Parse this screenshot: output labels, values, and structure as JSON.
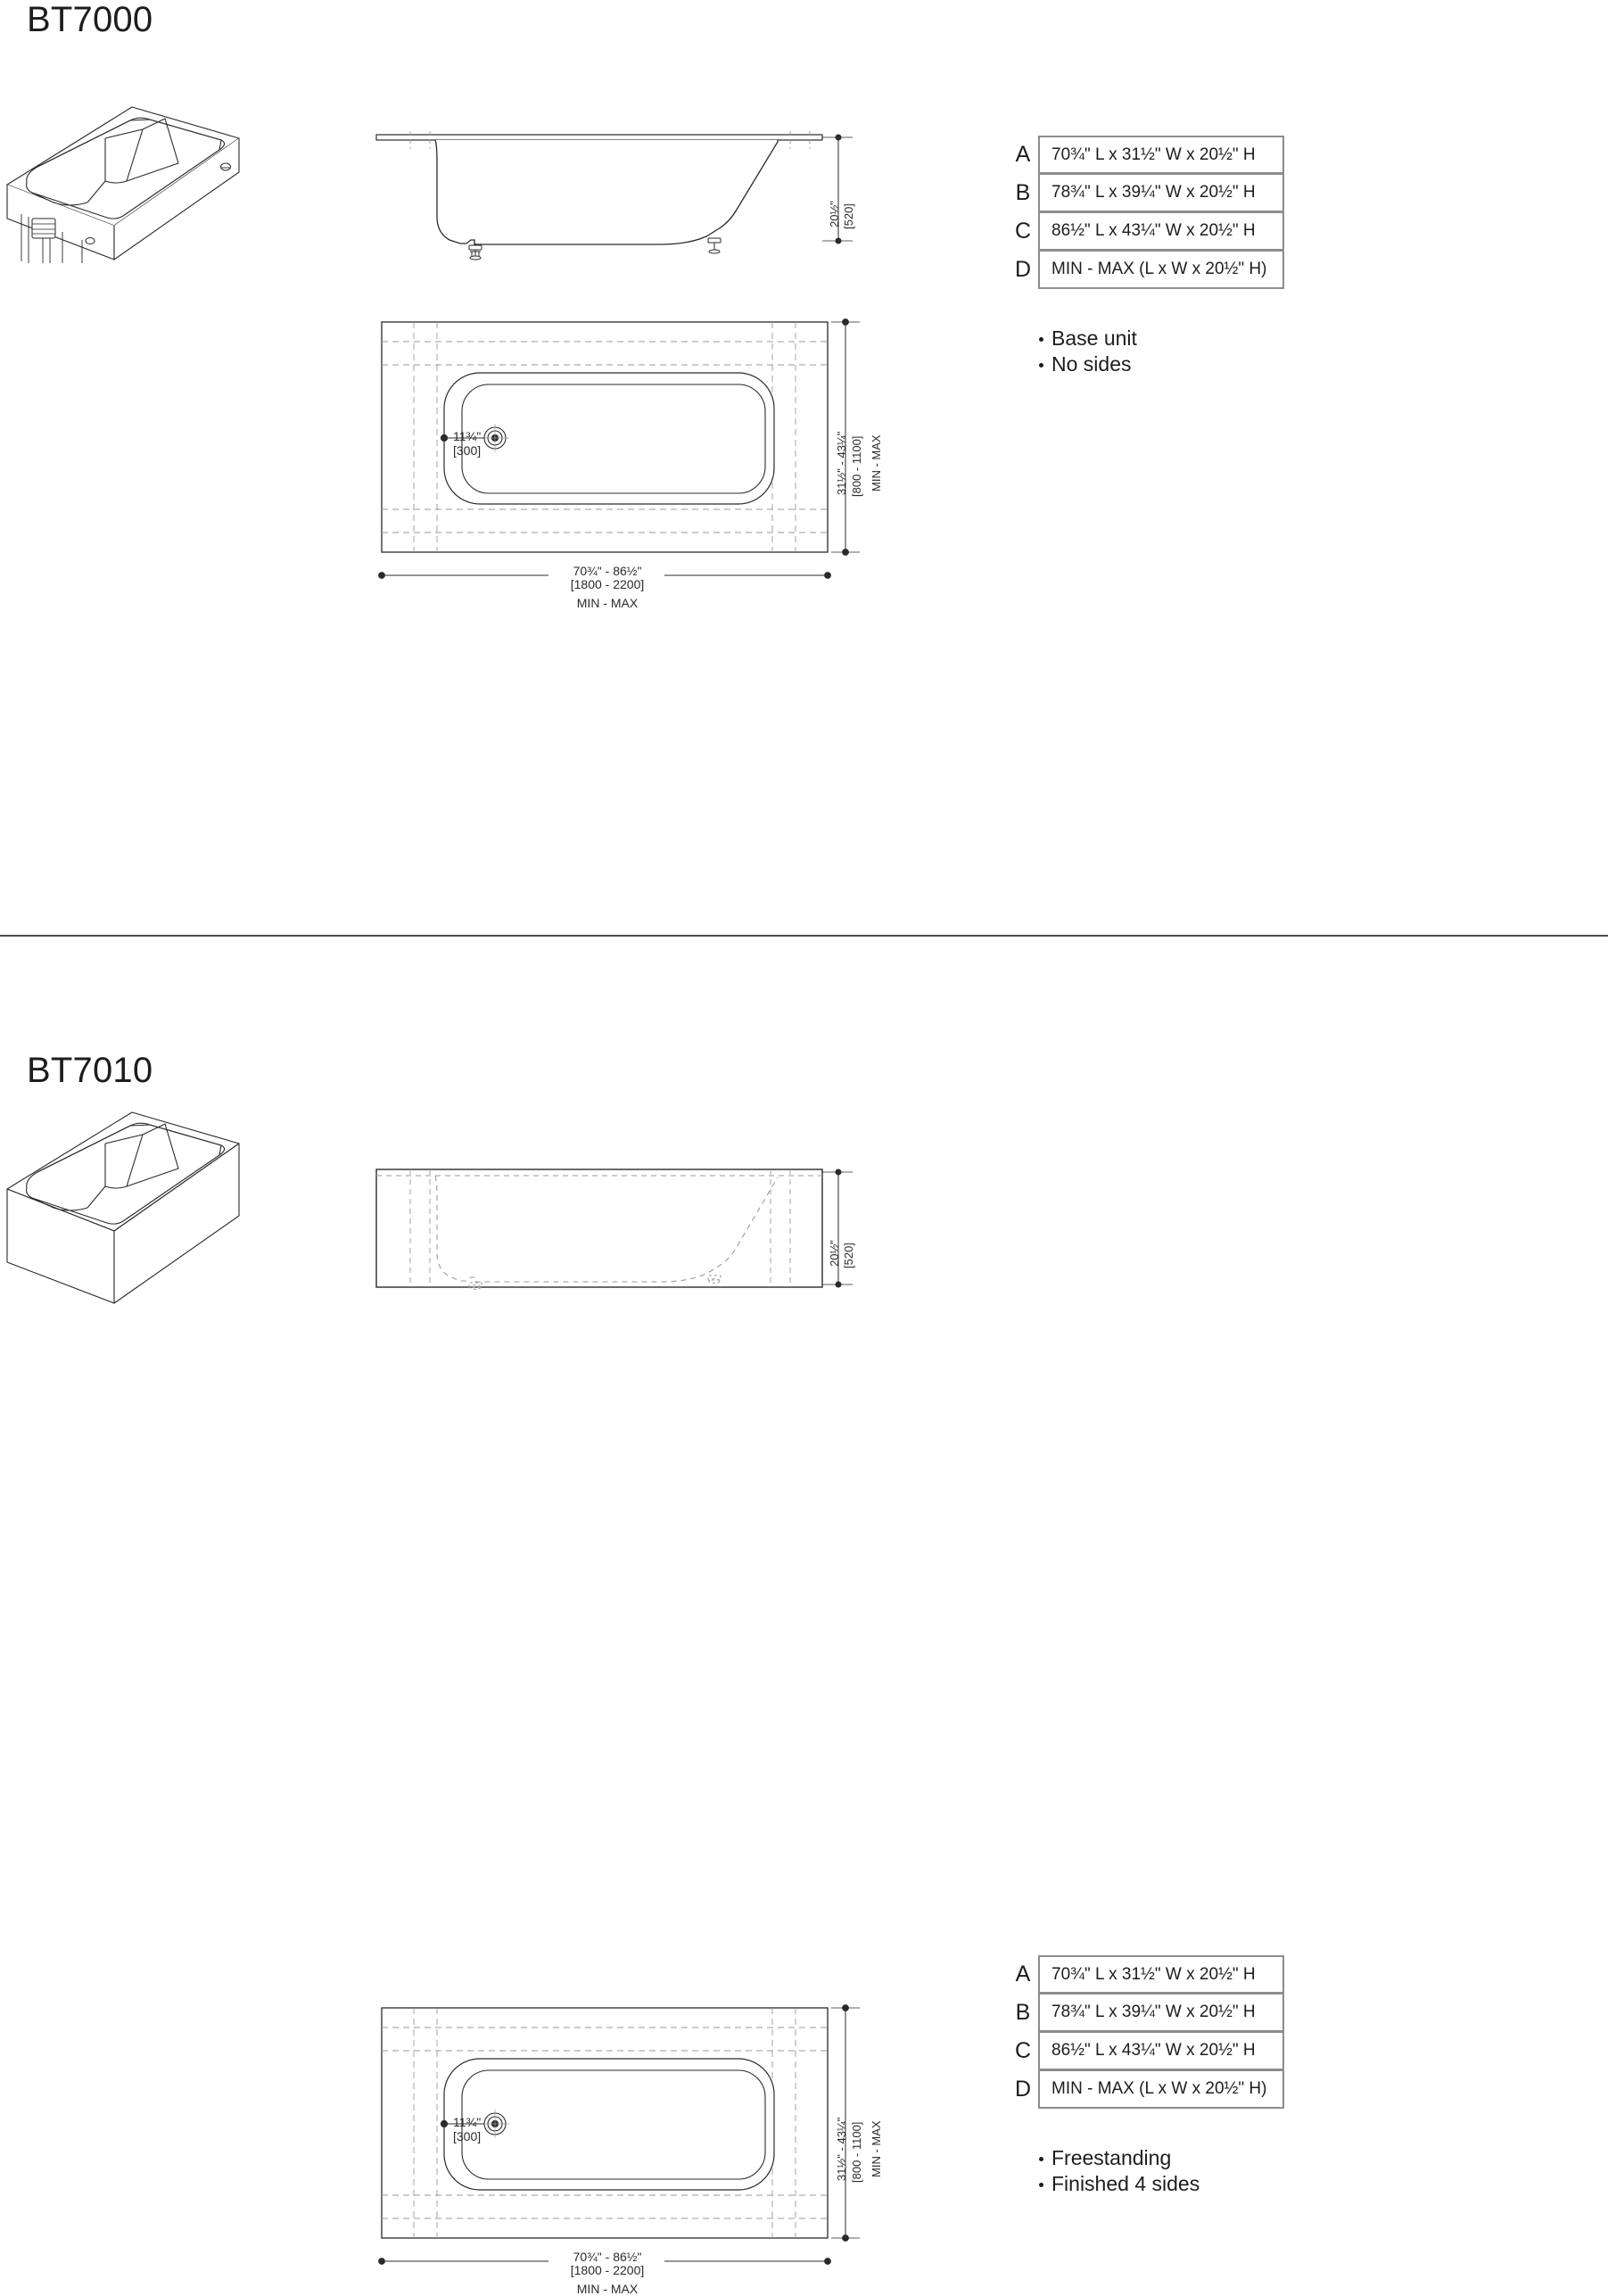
{
  "document": {
    "products": [
      {
        "id": "BT7000",
        "title": "BT7000",
        "dimension_table": {
          "rows": [
            {
              "letter": "A",
              "value": "70¾\" L x 31½\" W x 20½\" H"
            },
            {
              "letter": "B",
              "value": "78¾\" L x 39¼\" W x 20½\" H"
            },
            {
              "letter": "C",
              "value": "86½\" L x 43¼\" W x 20½\" H"
            },
            {
              "letter": "D",
              "value": "MIN - MAX (L x W x 20½\" H)"
            }
          ]
        },
        "features": [
          "Base unit",
          "No sides"
        ],
        "elevation": {
          "height_imperial": "20½\"",
          "height_metric": "[520]"
        },
        "plan": {
          "drain_offset_imperial": "11¾\"",
          "drain_offset_metric": "[300]",
          "width_imperial": "31½\" - 43¼\"",
          "width_metric": "[800 - 1100]",
          "width_note": "MIN - MAX",
          "length_imperial": "70¾\" - 86½\"",
          "length_metric": "[1800 - 2200]",
          "length_note": "MIN - MAX"
        }
      },
      {
        "id": "BT7010",
        "title": "BT7010",
        "dimension_table": {
          "rows": [
            {
              "letter": "A",
              "value": "70¾\" L x 31½\" W x 20½\" H"
            },
            {
              "letter": "B",
              "value": "78¾\" L x 39¼\" W x 20½\" H"
            },
            {
              "letter": "C",
              "value": "86½\" L x 43¼\" W x 20½\" H"
            },
            {
              "letter": "D",
              "value": "MIN - MAX (L x W x 20½\" H)"
            }
          ]
        },
        "features": [
          "Freestanding",
          "Finished 4 sides"
        ],
        "elevation": {
          "height_imperial": "20½\"",
          "height_metric": "[520]"
        },
        "plan": {
          "drain_offset_imperial": "11¾\"",
          "drain_offset_metric": "[300]",
          "width_imperial": "31½\" - 43¼\"",
          "width_metric": "[800 - 1100]",
          "width_note": "MIN - MAX",
          "length_imperial": "70¾\" - 86½\"",
          "length_metric": "[1800 - 2200]",
          "length_note": "MIN - MAX"
        }
      }
    ],
    "colors": {
      "line": "#2a2a2a",
      "hidden_line": "#9a9a9a",
      "table_border": "#8c8c8c",
      "text": "#1d1d1d"
    }
  }
}
